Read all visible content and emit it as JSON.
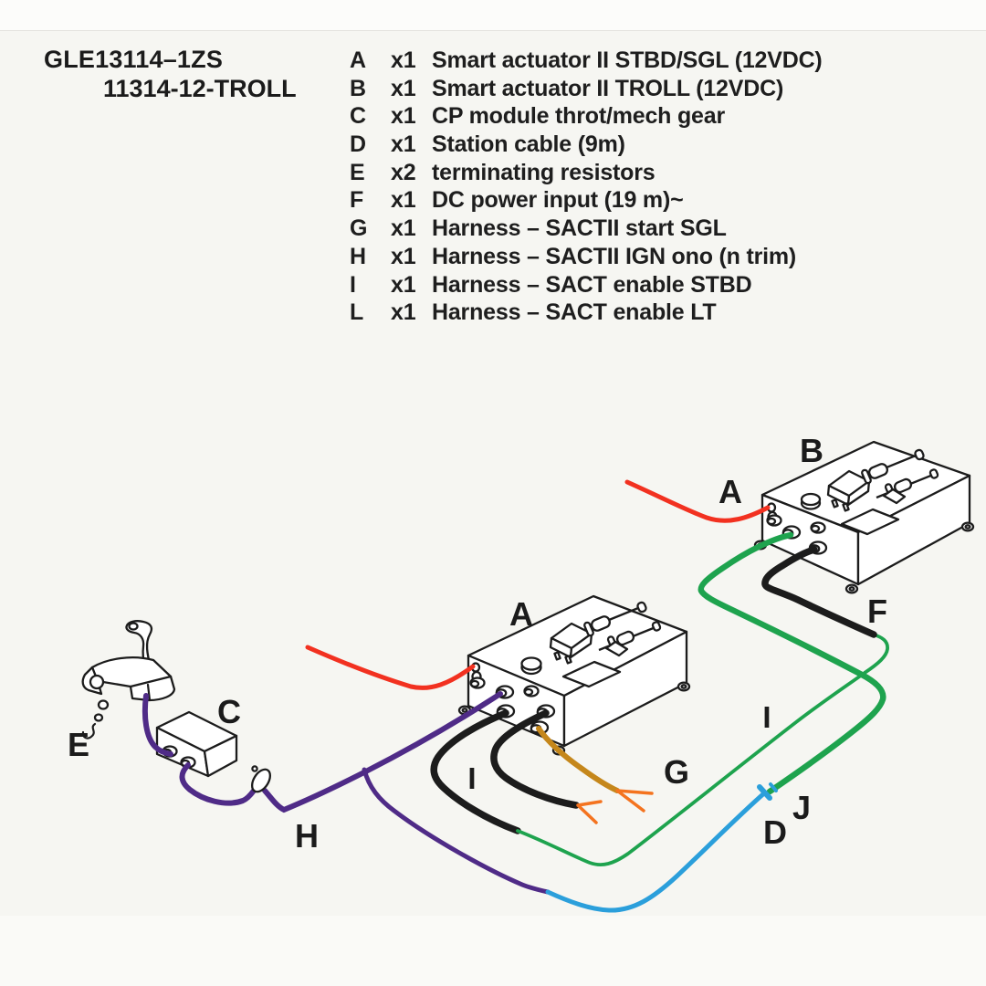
{
  "header": {
    "model_line1": "GLE13114–1ZS",
    "model_line2": "11314-12-TROLL"
  },
  "parts": [
    {
      "letter": "A",
      "qty": "x1",
      "desc": "Smart actuator II STBD/SGL (12VDC)"
    },
    {
      "letter": "B",
      "qty": "x1",
      "desc": "Smart actuator II TROLL (12VDC)"
    },
    {
      "letter": "C",
      "qty": "x1",
      "desc": "CP module throt/mech gear"
    },
    {
      "letter": "D",
      "qty": "x1",
      "desc": "Station cable (9m)"
    },
    {
      "letter": "E",
      "qty": "x2",
      "desc": "terminating resistors"
    },
    {
      "letter": "F",
      "qty": "x1",
      "desc": "DC power input (19 m)~"
    },
    {
      "letter": "G",
      "qty": "x1",
      "desc": "Harness – SACTII start SGL"
    },
    {
      "letter": "H",
      "qty": "x1",
      "desc": "Harness – SACTII IGN ono (n trim)"
    },
    {
      "letter": "I",
      "qty": "x1",
      "desc": "Harness – SACT enable STBD"
    },
    {
      "letter": "L",
      "qty": "x1",
      "desc": "Harness – SACT enable LT"
    }
  ],
  "diagram": {
    "labels": {
      "actuator_a": "A",
      "actuator_b": "B",
      "red_feed_b": "A",
      "dc_power_f": "F",
      "cp_module_c": "C",
      "resistor_e": "E",
      "harness_h": "H",
      "harness_i_left": "I",
      "harness_g": "G",
      "harness_i_right": "I",
      "junction_j": "J",
      "station_cable_d": "D"
    }
  },
  "colors": {
    "red": "#f23120",
    "green": "#1ea34e",
    "blue": "#2b9fdb",
    "purple": "#4f2b87",
    "amber": "#c5871b",
    "orange": "#f4731f",
    "ink": "#1c1c1c"
  }
}
